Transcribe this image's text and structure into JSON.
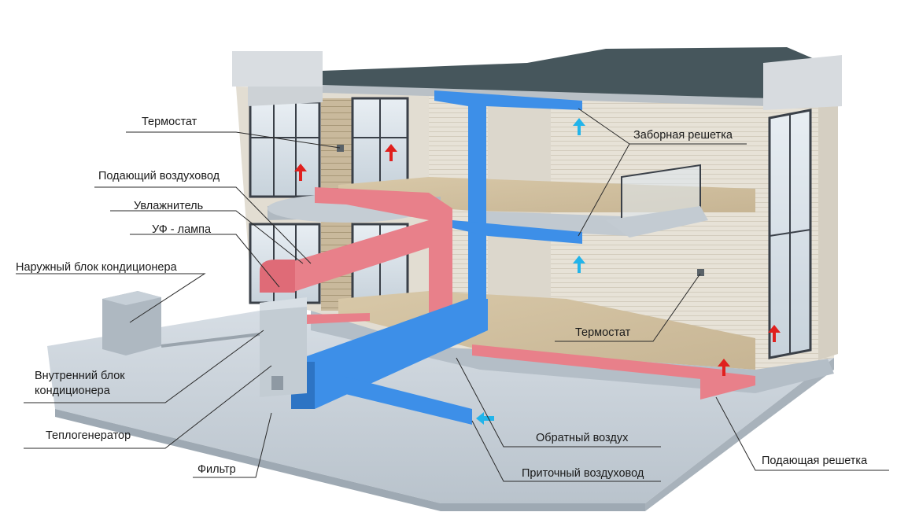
{
  "labels": {
    "thermostat_upper": "Термостат",
    "supply_duct_label": "Подающий воздуховод",
    "humidifier": "Увлажнитель",
    "uv_lamp": "УФ - лампа",
    "outdoor_unit": "Наружный блок кондиционера",
    "indoor_unit_line1": "Внутренний блок",
    "indoor_unit_line2": "кондиционера",
    "heat_generator": "Теплогенератор",
    "filter": "Фильтр",
    "intake_grille": "Заборная решетка",
    "thermostat_lower": "Термостат",
    "return_air": "Обратный воздух",
    "supply_air_duct": "Приточный воздуховод",
    "supply_grille": "Подающая решетка"
  },
  "colors": {
    "supply_duct": "#e8808a",
    "return_duct": "#3d8fe8",
    "supply_arrow": "#e0201e",
    "return_arrow": "#22b4ea",
    "ground": "#c9d2da",
    "wall": "#e6e2da"
  }
}
